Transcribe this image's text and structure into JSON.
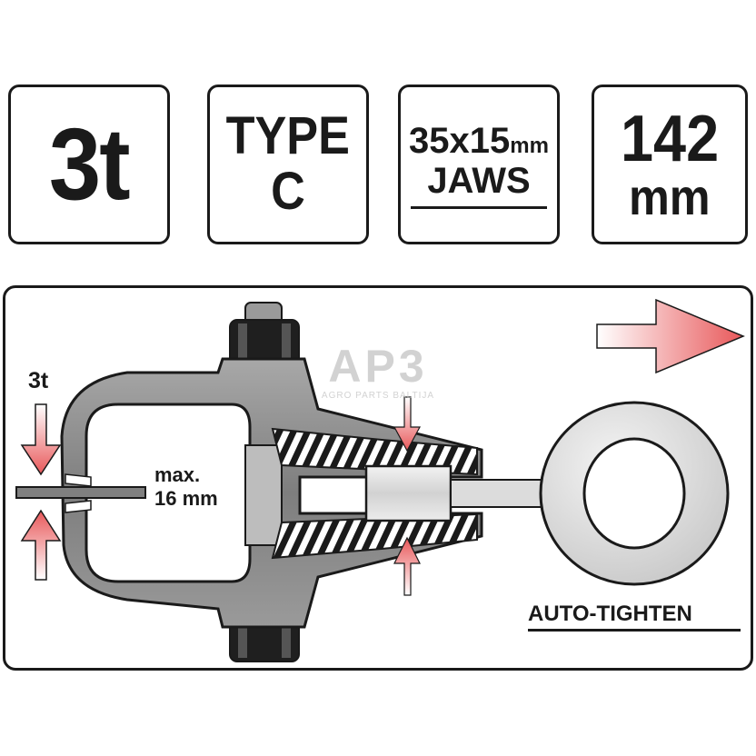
{
  "specs": {
    "capacity": "3t",
    "type_line1": "TYPE",
    "type_line2": "C",
    "jaws_size": "35x15",
    "jaws_unit": "mm",
    "jaws_word": "JAWS",
    "length_value": "142",
    "length_unit": "mm"
  },
  "diagram": {
    "force_label": "3t",
    "max_line1": "max.",
    "max_line2": "16 mm",
    "mode_label": "AUTO-TIGHTEN",
    "watermark_logo": "AP3",
    "watermark_text": "AGRO PARTS BALTIJA"
  },
  "colors": {
    "arrow_red": "#e8585a",
    "tool_grey": "#8e8e8e",
    "outline": "#1a1a1a"
  }
}
